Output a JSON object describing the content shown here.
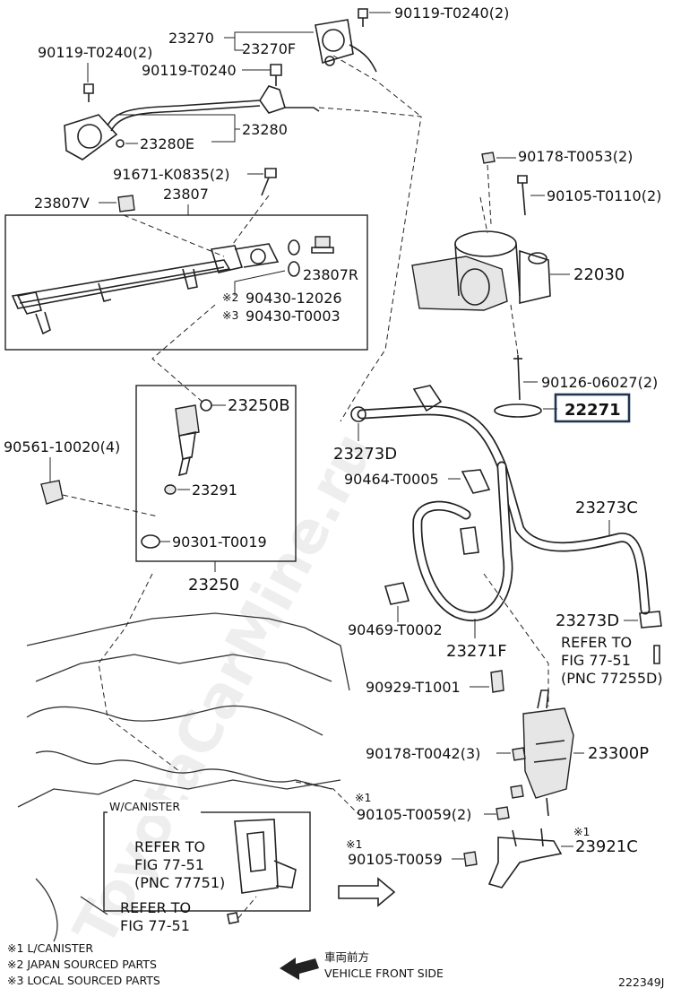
{
  "watermark": "ToyotaCarMine.ru",
  "callouts": {
    "c_90119_T0240_2_top": "90119-T0240(2)",
    "c_23270": "23270",
    "c_23270F": "23270F",
    "c_90119_T0240_2_left": "90119-T0240(2)",
    "c_90119_T0240": "90119-T0240",
    "c_23280E": "23280E",
    "c_23280": "23280",
    "c_91671_K0835": "91671-K0835(2)",
    "c_23807": "23807",
    "c_23807V": "23807V",
    "c_23807R": "23807R",
    "c_90430_12026": "90430-12026",
    "c_90430_T0003": "90430-T0003",
    "c_90178_T0053": "90178-T0053(2)",
    "c_90105_T0110": "90105-T0110(2)",
    "c_22030": "22030",
    "c_90126_06027": "90126-06027(2)",
    "c_22271": "22271",
    "c_23250B": "23250B",
    "c_90561_10020": "90561-10020(4)",
    "c_23291": "23291",
    "c_90301_T0019": "90301-T0019",
    "c_23250": "23250",
    "c_23273D_left": "23273D",
    "c_90464_T0005": "90464-T0005",
    "c_23273C": "23273C",
    "c_90469_T0002": "90469-T0002",
    "c_23271F": "23271F",
    "c_23273D_right": "23273D",
    "c_90929_T1001": "90929-T1001",
    "c_90178_T0042": "90178-T0042(3)",
    "c_23300P": "23300P",
    "c_90105_T0059_2": "90105-T0059(2)",
    "c_90105_T0059": "90105-T0059",
    "c_23921C": "23921C"
  },
  "marks": {
    "kome2": "※2",
    "kome3": "※3",
    "kome1_a": "※1",
    "kome1_b": "※1",
    "kome1_c": "※1"
  },
  "references": {
    "ref_right_1": "REFER TO",
    "ref_right_2": "FIG 77-51",
    "ref_right_3": "(PNC 77255D)",
    "canister_title": "W/CANISTER",
    "ref_can_1": "REFER TO",
    "ref_can_2": "FIG 77-51",
    "ref_can_3": "(PNC 77751)",
    "ref_low_1": "REFER TO",
    "ref_low_2": "FIG 77-51"
  },
  "legend": {
    "note1": "※1 L/CANISTER",
    "note2": "※2 JAPAN SOURCED PARTS",
    "note3": "※3 LOCAL SOURCED PARTS"
  },
  "direction": {
    "japanese": "車両前方",
    "english": "VEHICLE FRONT SIDE"
  },
  "figure_id": "222349J",
  "highlight_color": "#1f3550"
}
